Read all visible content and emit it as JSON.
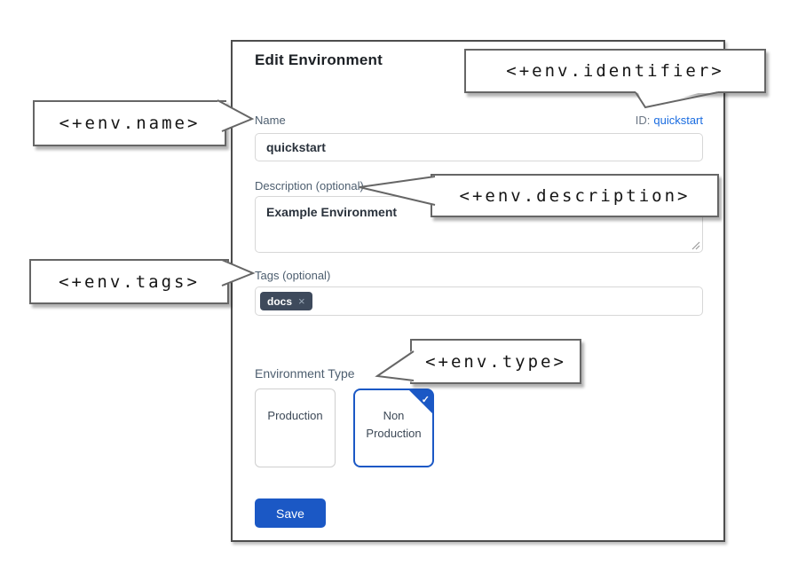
{
  "dialog": {
    "title": "Edit Environment",
    "id_field": {
      "label": "ID:",
      "value": "quickstart"
    },
    "name_field": {
      "label": "Name",
      "value": "quickstart"
    },
    "description_field": {
      "label": "Description (optional)",
      "value": "Example Environment"
    },
    "tags_field": {
      "label": "Tags (optional)",
      "tags": [
        {
          "label": "docs",
          "remove_icon": "×"
        }
      ]
    },
    "environment_type": {
      "label": "Environment Type",
      "check_icon": "✓",
      "options": [
        {
          "label": "Production",
          "selected": false
        },
        {
          "label": "Non Production",
          "selected": true
        }
      ]
    },
    "save_button": "Save"
  },
  "annotations": {
    "identifier": "<+env.identifier>",
    "name": "<+env.name>",
    "description": "<+env.description>",
    "tags": "<+env.tags>",
    "type": "<+env.type>"
  },
  "colors": {
    "accent_blue": "#1b58c5",
    "link_blue": "#1a6ce0",
    "tag_chip_bg": "#3e4a5c"
  }
}
